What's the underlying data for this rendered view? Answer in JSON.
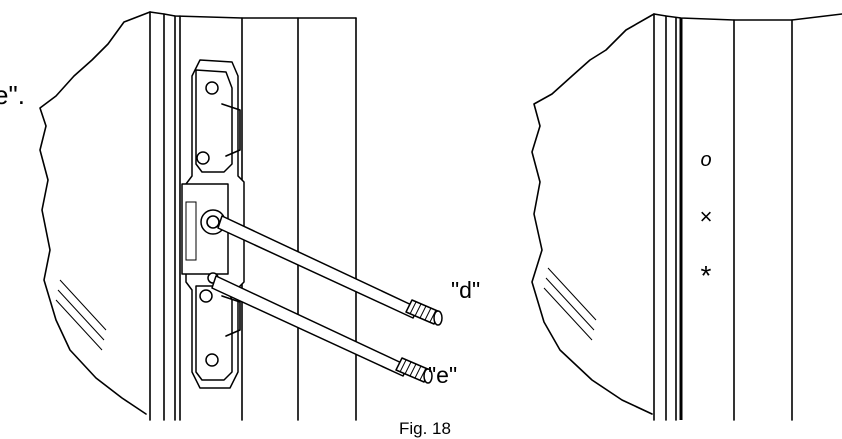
{
  "labels": {
    "cut_off_text": "e\".",
    "tool_d": "\"d\"",
    "tool_e": "\"e\""
  },
  "caption": "Fig. 18",
  "marks": {
    "circle": "o",
    "cross": "×",
    "asterisk": "*"
  }
}
